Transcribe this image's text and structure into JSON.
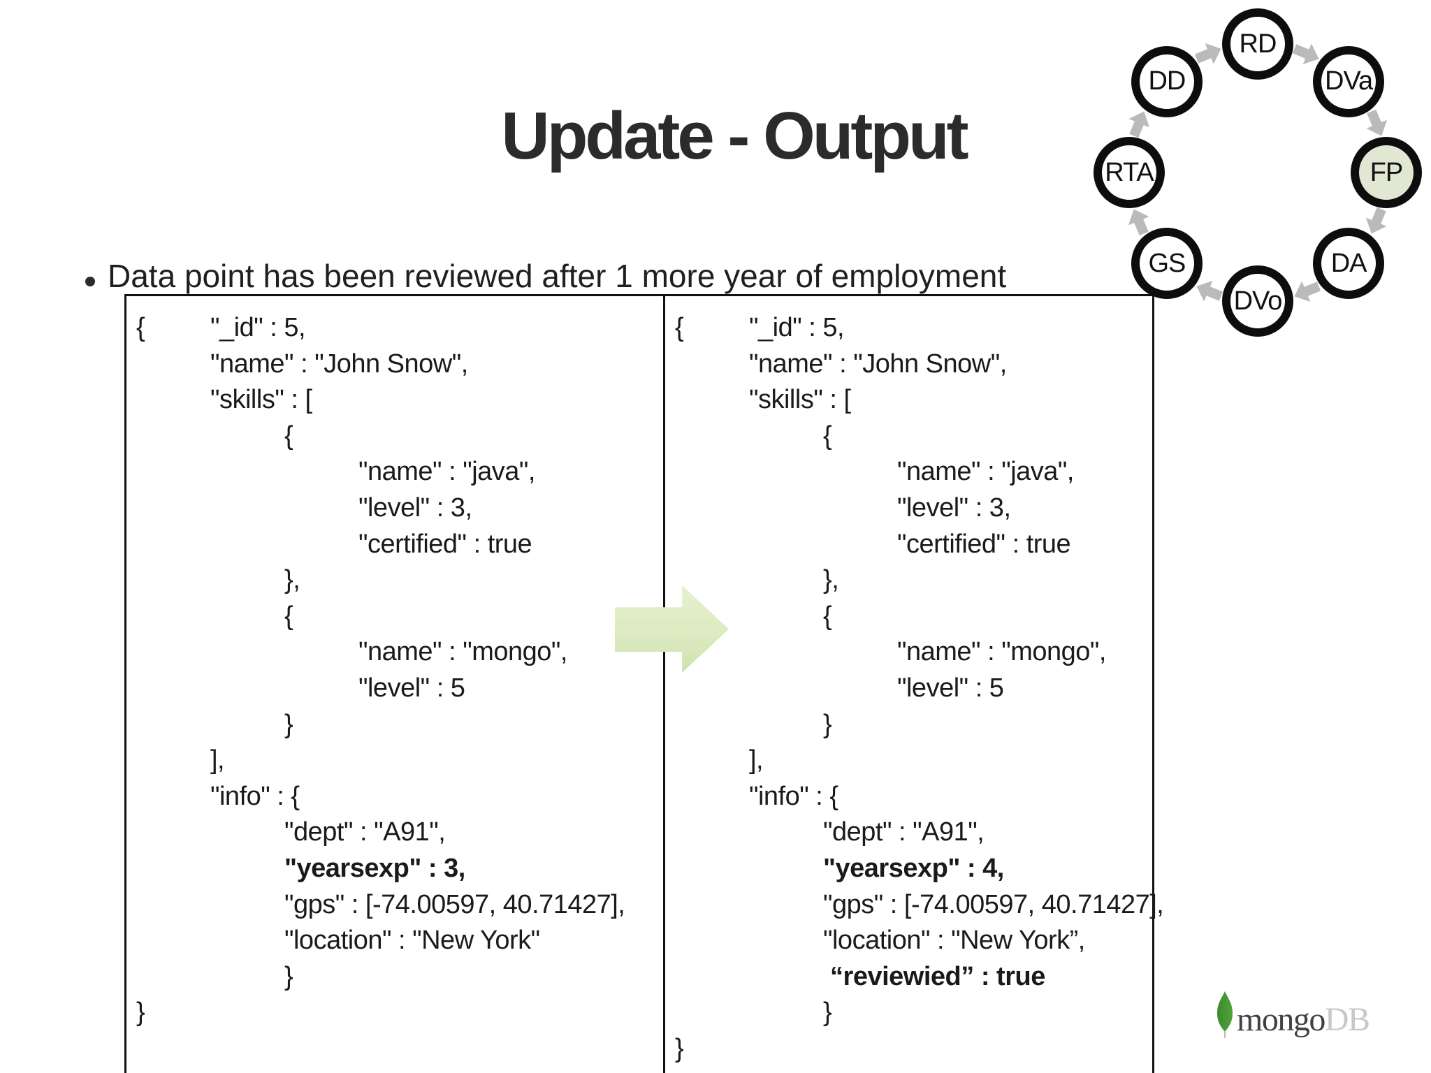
{
  "title": "Update - Output",
  "bullet": "Data point has been reviewed after 1 more year of employment",
  "code_left": {
    "lines": [
      {
        "t": "{\t\"_id\" : 5,",
        "b": false
      },
      {
        "t": "\t\"name\" : \"John Snow\",",
        "b": false
      },
      {
        "t": "\t\"skills\" : [",
        "b": false
      },
      {
        "t": "\t\t{",
        "b": false
      },
      {
        "t": "\t\t\t\"name\" : \"java\",",
        "b": false
      },
      {
        "t": "\t\t\t\"level\" : 3,",
        "b": false
      },
      {
        "t": "\t\t\t\"certified\" : true",
        "b": false
      },
      {
        "t": "\t\t},",
        "b": false
      },
      {
        "t": "\t\t{",
        "b": false
      },
      {
        "t": "\t\t\t\"name\" : \"mongo\",",
        "b": false
      },
      {
        "t": "\t\t\t\"level\" : 5",
        "b": false
      },
      {
        "t": "\t\t}",
        "b": false
      },
      {
        "t": "\t],",
        "b": false
      },
      {
        "t": "\t\"info\" : {",
        "b": false
      },
      {
        "t": "\t\t\"dept\" : \"A91\",",
        "b": false
      },
      {
        "t": "\t\t\"yearsexp\" : 3,",
        "b": true
      },
      {
        "t": "\t\t\"gps\" : [-74.00597, 40.71427],",
        "b": false
      },
      {
        "t": "\t\t\"location\" : \"New York\"",
        "b": false
      },
      {
        "t": "\t\t}",
        "b": false
      },
      {
        "t": "}",
        "b": false
      }
    ]
  },
  "code_right": {
    "lines": [
      {
        "t": "{\t\"_id\" : 5,",
        "b": false
      },
      {
        "t": "\t\"name\" : \"John Snow\",",
        "b": false
      },
      {
        "t": "\t\"skills\" : [",
        "b": false
      },
      {
        "t": "\t\t{",
        "b": false
      },
      {
        "t": "\t\t\t\"name\" : \"java\",",
        "b": false
      },
      {
        "t": "\t\t\t\"level\" : 3,",
        "b": false
      },
      {
        "t": "\t\t\t\"certified\" : true",
        "b": false
      },
      {
        "t": "\t\t},",
        "b": false
      },
      {
        "t": "\t\t{",
        "b": false
      },
      {
        "t": "\t\t\t\"name\" : \"mongo\",",
        "b": false
      },
      {
        "t": "\t\t\t\"level\" : 5",
        "b": false
      },
      {
        "t": "\t\t}",
        "b": false
      },
      {
        "t": "\t],",
        "b": false
      },
      {
        "t": "\t\"info\" : {",
        "b": false
      },
      {
        "t": "\t\t\"dept\" : \"A91\",",
        "b": false
      },
      {
        "t": "\t\t\"yearsexp\" : 4,",
        "b": true
      },
      {
        "t": "\t\t\"gps\" : [-74.00597, 40.71427],",
        "b": false
      },
      {
        "t": "\t\t\"location\" : \"New York”,",
        "b": false
      },
      {
        "t": "\t\t “reviewied” : true",
        "b": true
      },
      {
        "t": "\t\t}",
        "b": false
      },
      {
        "t": "}",
        "b": false
      }
    ]
  },
  "cycle": {
    "nodes": [
      {
        "label": "RD",
        "highlight": false
      },
      {
        "label": "DVa",
        "highlight": false
      },
      {
        "label": "FP",
        "highlight": true
      },
      {
        "label": "DA",
        "highlight": false
      },
      {
        "label": "DVo",
        "highlight": false
      },
      {
        "label": "GS",
        "highlight": false
      },
      {
        "label": "RTA",
        "highlight": false
      },
      {
        "label": "DD",
        "highlight": false
      }
    ]
  },
  "logo": {
    "mongo": "mongo",
    "db": "DB"
  },
  "colors": {
    "highlight_fill": "#e1e7d3",
    "connector_gray": "#b9babc",
    "leaf_green": "#4ea33c",
    "leaf_green_dark": "#3c8a2e",
    "stem_tan": "#cbbd9d",
    "logo_dark": "#3f4245",
    "logo_light": "#c7c8ca"
  }
}
